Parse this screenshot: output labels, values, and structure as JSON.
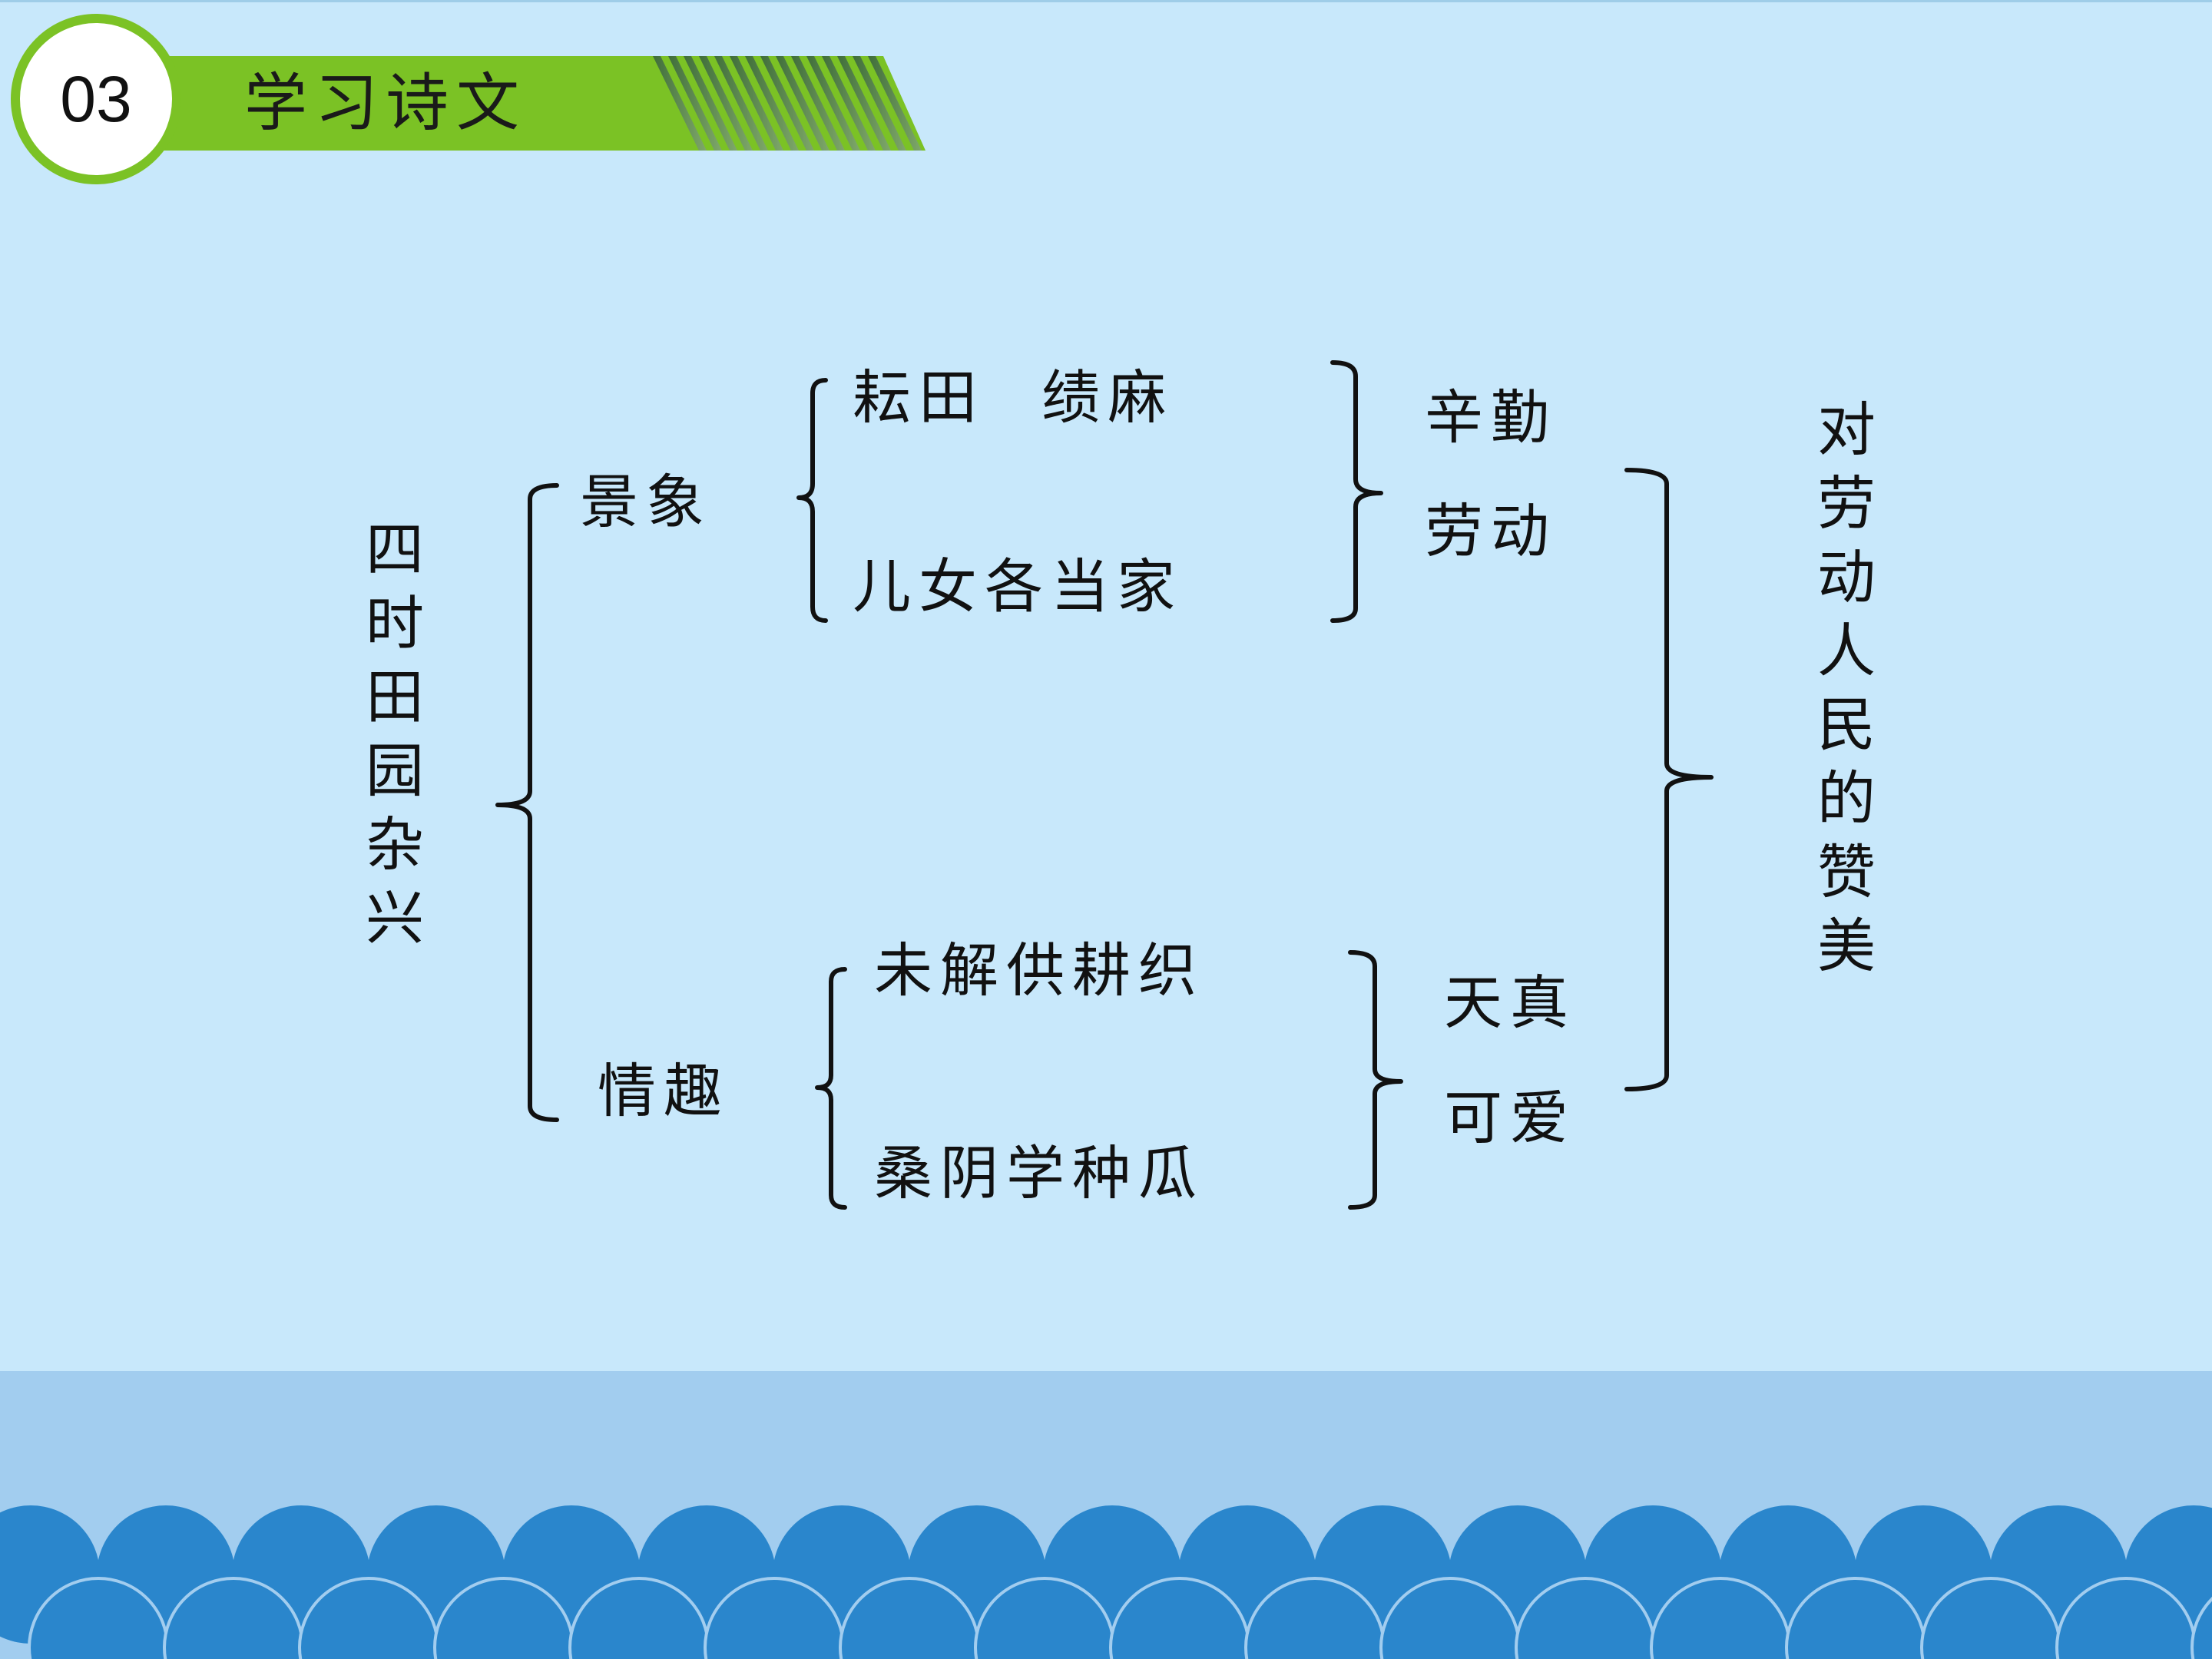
{
  "header": {
    "section_number": "03",
    "section_title": "学习诗文"
  },
  "diagram": {
    "poem_title": "四时田园杂兴",
    "branch_scenery": "景象",
    "branch_interest": "情趣",
    "scenery_line1": "耘田 绩麻",
    "scenery_line2": "儿女各当家",
    "interest_line1": "未解供耕织",
    "interest_line2": "桑阴学种瓜",
    "quality1_line1": "辛勤",
    "quality1_line2": "劳动",
    "quality2_line1": "天真",
    "quality2_line2": "可爱",
    "conclusion": "对劳动人民的赞美"
  },
  "colors": {
    "background": "#c8e8fb",
    "header_green": "#7bc225",
    "wave_blue": "#2a86cc",
    "band_blue": "#a2cdef"
  }
}
